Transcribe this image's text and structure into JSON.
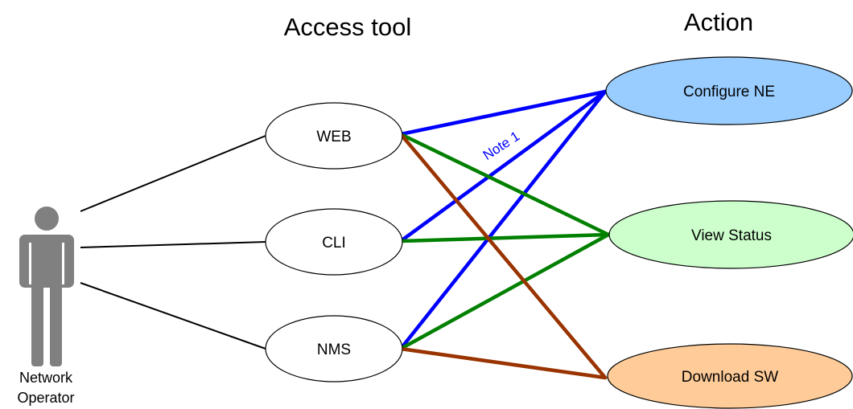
{
  "headings": {
    "access_tool": "Access tool",
    "action": "Action"
  },
  "actor": {
    "label_line1": "Network",
    "label_line2": "Operator",
    "icon": "person-icon",
    "color": "#808080"
  },
  "access_tools": [
    {
      "id": "web",
      "label": "WEB"
    },
    {
      "id": "cli",
      "label": "CLI"
    },
    {
      "id": "nms",
      "label": "NMS"
    }
  ],
  "actions": [
    {
      "id": "configure",
      "label": "Configure NE",
      "fill": "#99CCFF"
    },
    {
      "id": "view",
      "label": "View Status",
      "fill": "#CCFFCC"
    },
    {
      "id": "download",
      "label": "Download SW",
      "fill": "#FFCC99"
    }
  ],
  "connections": [
    {
      "from": "web",
      "to": "configure",
      "color": "#0000FF"
    },
    {
      "from": "cli",
      "to": "configure",
      "color": "#0000FF"
    },
    {
      "from": "nms",
      "to": "configure",
      "color": "#0000FF"
    },
    {
      "from": "web",
      "to": "view",
      "color": "#008000"
    },
    {
      "from": "cli",
      "to": "view",
      "color": "#008000"
    },
    {
      "from": "nms",
      "to": "view",
      "color": "#008000"
    },
    {
      "from": "web",
      "to": "download",
      "color": "#993300"
    },
    {
      "from": "nms",
      "to": "download",
      "color": "#993300"
    }
  ],
  "note": {
    "text": "Note 1",
    "color": "#0000FF"
  },
  "colors": {
    "operator_link": "#000000",
    "ellipse_stroke": "#000000"
  }
}
